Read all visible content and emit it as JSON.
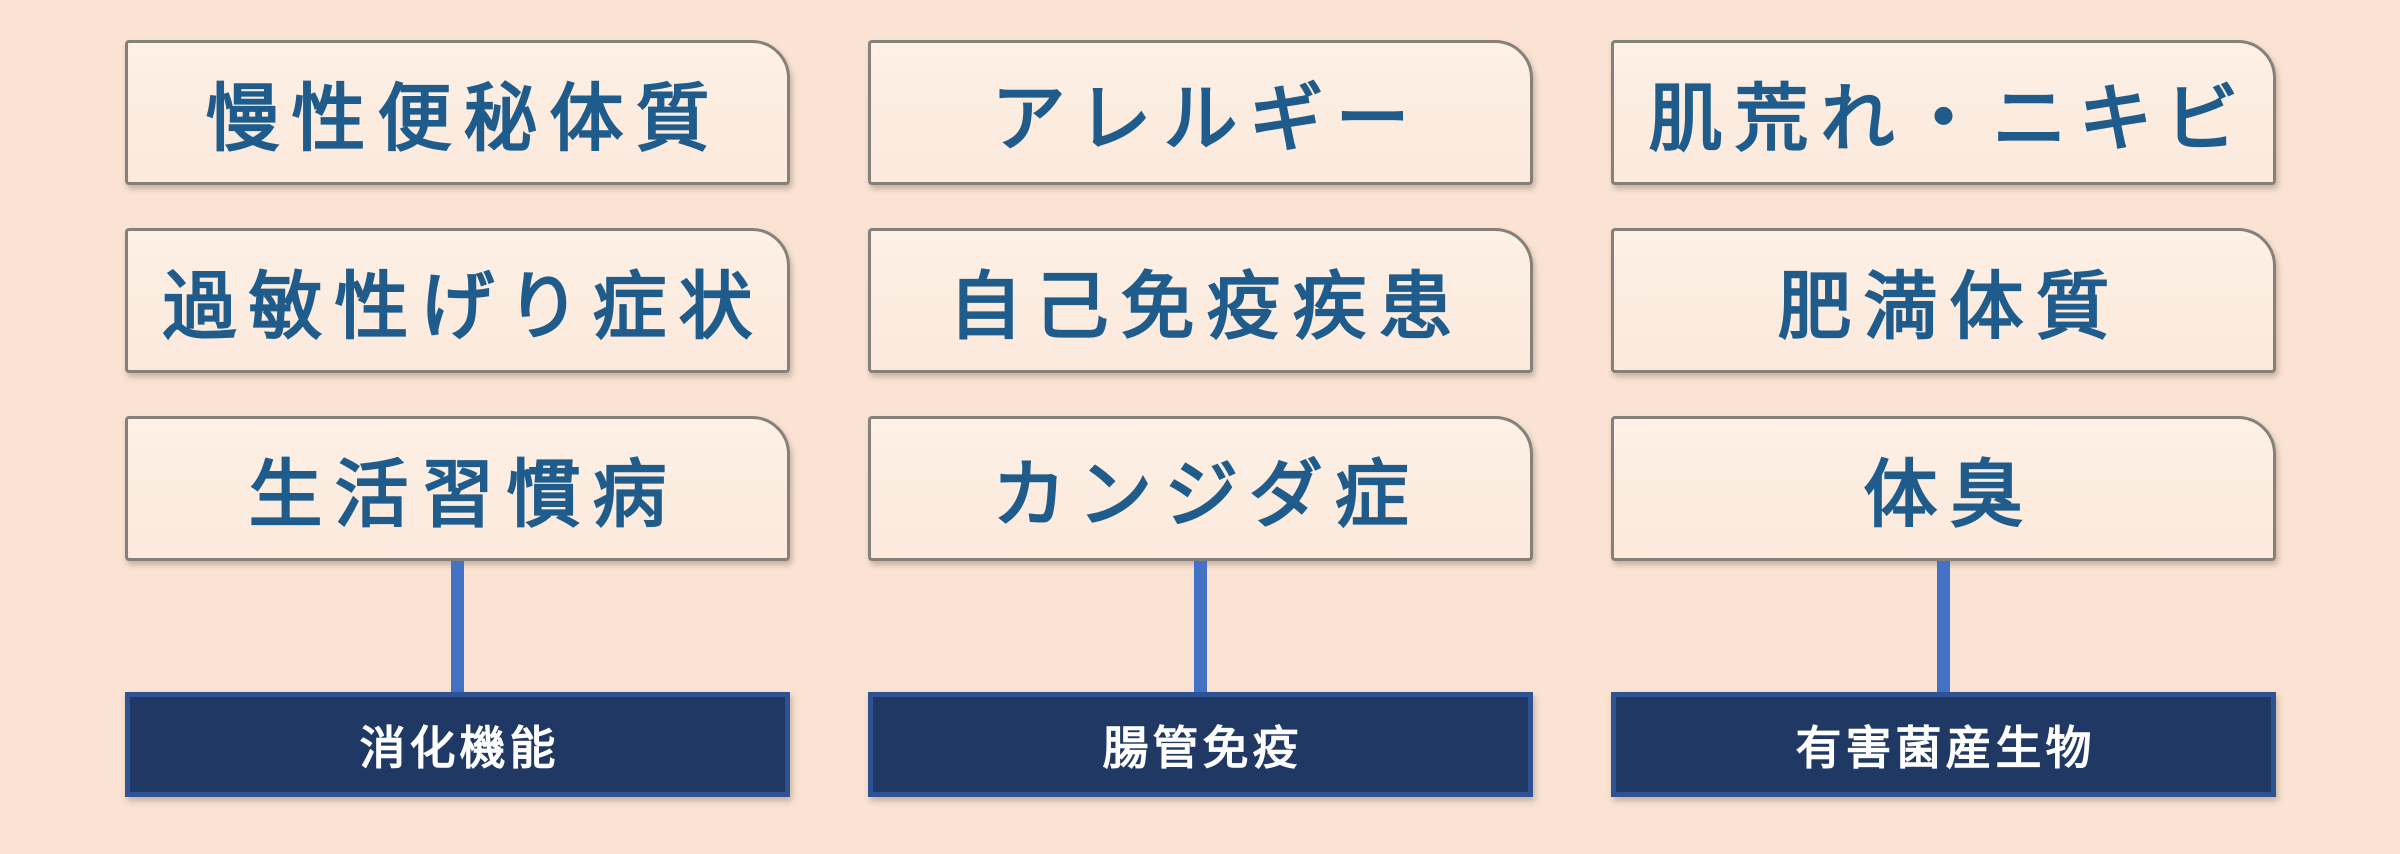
{
  "page": {
    "background_color": "#fae3d3"
  },
  "colors": {
    "box_fill": "#fbe9dc",
    "box_border": "#84807a",
    "box_text": "#1f5c8b",
    "connector": "#4472c4",
    "label_fill": "#203864",
    "label_border": "#2e5395",
    "label_text": "#ffffff"
  },
  "columns": [
    {
      "items": [
        "慢性便秘体質",
        "過敏性げり症状",
        "生活習慣病"
      ],
      "label": "消化機能"
    },
    {
      "items": [
        "アレルギー",
        "自己免疫疾患",
        "カンジダ症"
      ],
      "label": "腸管免疫"
    },
    {
      "items": [
        "肌荒れ・ニキビ",
        "肥満体質",
        "体臭"
      ],
      "label": "有害菌産生物"
    }
  ]
}
